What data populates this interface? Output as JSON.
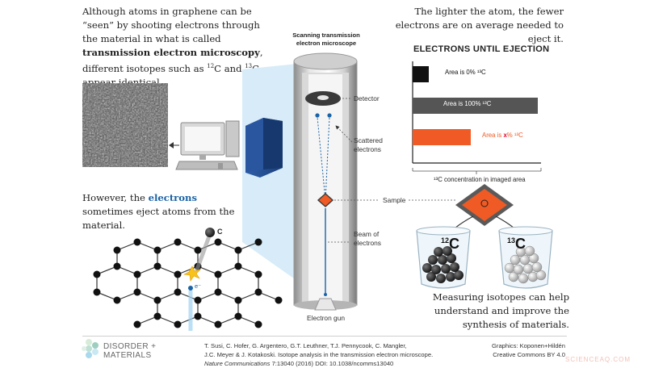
{
  "intro": {
    "part1": "Although atoms in graphene can be “seen” by shooting electrons through the material in what is called ",
    "bold": "transmission electron microscopy",
    "part2": ", different isotopes such as ",
    "iso12_sup": "12",
    "iso12_el": "C and ",
    "iso13_sup": "13",
    "iso13_el": "C appear identical."
  },
  "right_intro": "The lighter the atom, the fewer electrons are on average needed to eject it.",
  "mid_text": {
    "part1": "However, the ",
    "blue": "electrons",
    "part2": " sometimes eject atoms from the material."
  },
  "bottom_right": "Measuring isotopes can help understand and improve the synthesis of materials.",
  "microscope": {
    "title_line1": "Scanning transmission",
    "title_line2": "electron microscope",
    "detector": "Detector",
    "scattered_line1": "Scattered",
    "scattered_line2": "electrons",
    "sample": "Sample",
    "beam_line1": "Beam of",
    "beam_line2": "electrons",
    "gun": "Electron gun"
  },
  "atom_labels": {
    "carbon": "C",
    "electron": "e⁻"
  },
  "beaker_labels": {
    "b12_sup": "12",
    "b12_el": "C",
    "b13_sup": "13",
    "b13_el": "C"
  },
  "chart_data": {
    "type": "bar",
    "title": "ELECTRONS UNTIL EJECTION",
    "xlabel": "¹³C concentration in imaged area",
    "series": [
      {
        "label": "Area is 0% ¹³C",
        "value": 20,
        "color": "#111111"
      },
      {
        "label": "Area is 100% ¹³C",
        "value": 155,
        "color": "#555555"
      },
      {
        "label_prefix": "Area is ",
        "label_x": "x",
        "label_suffix": "% ¹³C",
        "value": 72,
        "color": "#f05a24"
      }
    ],
    "colors": {
      "accent": "#f05a24",
      "label_x": "#e4002b"
    }
  },
  "footer": {
    "logo_line1": "DISORDER +",
    "logo_line2": "MATERIALS",
    "cite_line1": "T. Susi, C. Hofer, G. Argentero, G.T. Leuthner, T.J. Pennycook, C. Mangler,",
    "cite_line2": "J.C. Meyer & J. Kotakoski. Isotope analysis in the transmission electron microscope.",
    "cite_journal": "Nature Communications",
    "cite_line3_rest": " 7:13040 (2016) DOI: 10.1038/ncomms13040",
    "credit_line1": "Graphics: Koponen+Hildén",
    "credit_line2": "Creative Commons BY 4.0"
  },
  "watermark": "SCIENCEAQ.COM"
}
